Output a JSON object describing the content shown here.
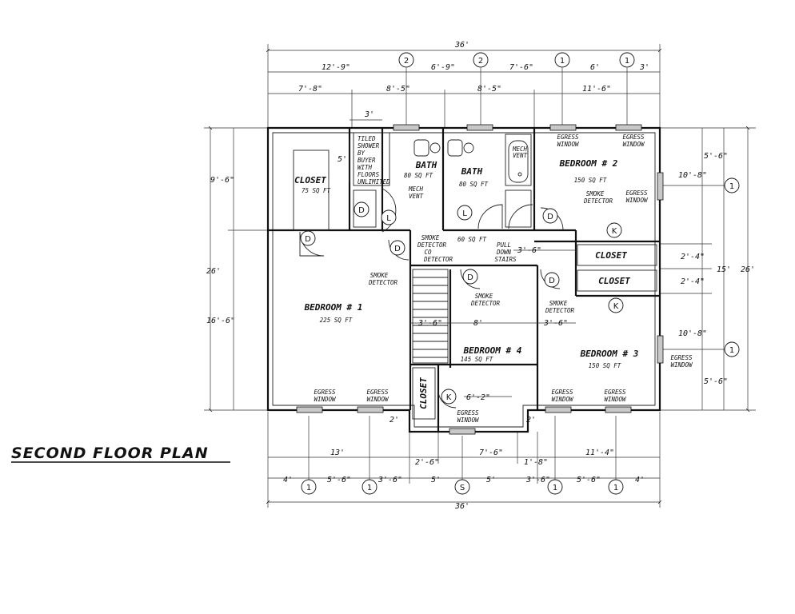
{
  "title": "SECOND FLOOR PLAN",
  "dims": {
    "top_overall": "36'",
    "top_row1": [
      "12'-9\"",
      "6'-9\"",
      "7'-6\"",
      "6'",
      "3'"
    ],
    "top_row2": [
      "7'-8\"",
      "8'-5\"",
      "8'-5\"",
      "11'-6\""
    ],
    "bottom_overall": "36'",
    "bottom_row1": [
      "13'",
      "2'-6\"",
      "7'-6\"",
      "1'-8\"",
      "11'-4\""
    ],
    "bottom_row2": [
      "4'",
      "5'-6\"",
      "3'-6\"",
      "5'",
      "5'",
      "3'-6\"",
      "5'-6\"",
      "4'"
    ],
    "left_total": "26'",
    "left_upper": "9'-6\"",
    "left_lower": "16'-6\"",
    "right_overall": "26'",
    "right_mid": "15'",
    "right": [
      "5'-6\"",
      "10'-8\"",
      "2'-4\"",
      "2'-4\"",
      "10'-8\"",
      "5'-6\""
    ],
    "inner": [
      "3'",
      "5'",
      "3'-6\"",
      "3'-6\"",
      "8'",
      "3'-6\"",
      "6'-2\"",
      "2'",
      "2'"
    ]
  },
  "rooms": {
    "closet_top": {
      "name": "CLOSET",
      "area": "75 SQ FT"
    },
    "bath1": {
      "name": "BATH",
      "area": "80 SQ FT",
      "vent": "MECH VENT"
    },
    "bath2": {
      "name": "BATH",
      "area": "80 SQ FT",
      "vent": "MECH VENT"
    },
    "bedroom2": {
      "name": "BEDROOM # 2",
      "area": "150 SQ FT"
    },
    "bedroom1": {
      "name": "BEDROOM # 1",
      "area": "225 SQ FT"
    },
    "bedroom3": {
      "name": "BEDROOM # 3",
      "area": "150 SQ FT"
    },
    "bedroom4": {
      "name": "BEDROOM # 4",
      "area": "145 SQ FT"
    },
    "hall": {
      "area": "60 SQ FT"
    },
    "closet_r1": {
      "name": "CLOSET"
    },
    "closet_r2": {
      "name": "CLOSET"
    },
    "closet_small": {
      "name": "CLOSET"
    }
  },
  "notes": {
    "tiled_shower": [
      "TILED",
      "SHOWER",
      "BY",
      "BUYER",
      "WITH",
      "FLOORS",
      "UNLIMITED"
    ],
    "egress": [
      "EGRESS",
      "WINDOW"
    ],
    "smoke": [
      "SMOKE",
      "DETECTOR"
    ],
    "smoke_co": [
      "SMOKE",
      "DETECTOR",
      "CO",
      "DETECTOR"
    ],
    "pull_down": [
      "PULL",
      "DOWN",
      "STAIRS"
    ],
    "mech": [
      "MECH",
      "VENT"
    ],
    "door": "D",
    "linen": "L",
    "kitchen": "K"
  },
  "markers": {
    "top": [
      "2",
      "2",
      "1",
      "1"
    ],
    "bottom": [
      "1",
      "1",
      "S",
      "1",
      "1"
    ],
    "right": [
      "1",
      "1"
    ]
  }
}
